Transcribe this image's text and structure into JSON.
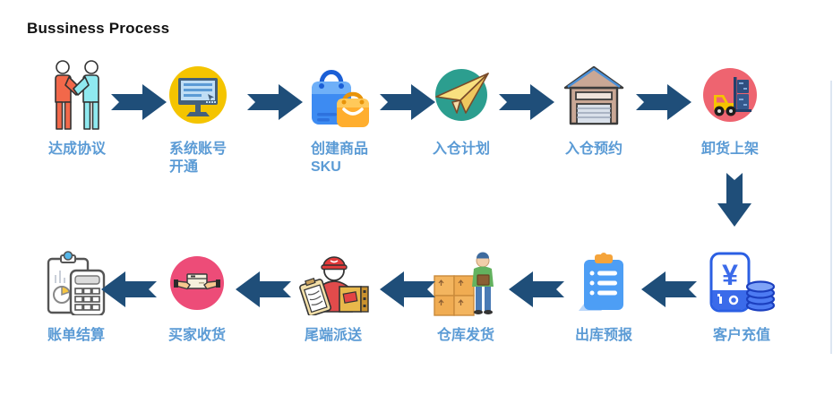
{
  "title": "Bussiness Process",
  "colors": {
    "arrow": "#1F4E79",
    "label": "#5B9BD5",
    "title": "#111111",
    "background": "#FFFFFF",
    "yellow_badge": "#F4C400",
    "teal_badge": "#2C9E8F",
    "red_badge": "#EE6470",
    "pink_badge": "#ED4C78",
    "icon_blue": "#3D8BF2"
  },
  "icons": {
    "currency_symbol": "¥"
  },
  "flow": {
    "row1": [
      {
        "icon": "handshake-icon",
        "label": "达成协议"
      },
      {
        "icon": "computer-monitor-icon",
        "label": "系统账号\n开通"
      },
      {
        "icon": "shopping-bags-icon",
        "label": "创建商品\nSKU"
      },
      {
        "icon": "paper-plane-icon",
        "label": "入仓计划"
      },
      {
        "icon": "warehouse-icon",
        "label": "入仓预约"
      },
      {
        "icon": "forklift-icon",
        "label": "卸货上架"
      }
    ],
    "row2": [
      {
        "icon": "wallet-recharge-icon",
        "label": "客户充值"
      },
      {
        "icon": "clipboard-checklist-icon",
        "label": "出库预报"
      },
      {
        "icon": "boxes-worker-icon",
        "label": "仓库发货"
      },
      {
        "icon": "courier-icon",
        "label": "尾端派送"
      },
      {
        "icon": "hands-receiving-box-icon",
        "label": "买家收货"
      },
      {
        "icon": "bill-calculator-icon",
        "label": "账单结算"
      }
    ]
  }
}
